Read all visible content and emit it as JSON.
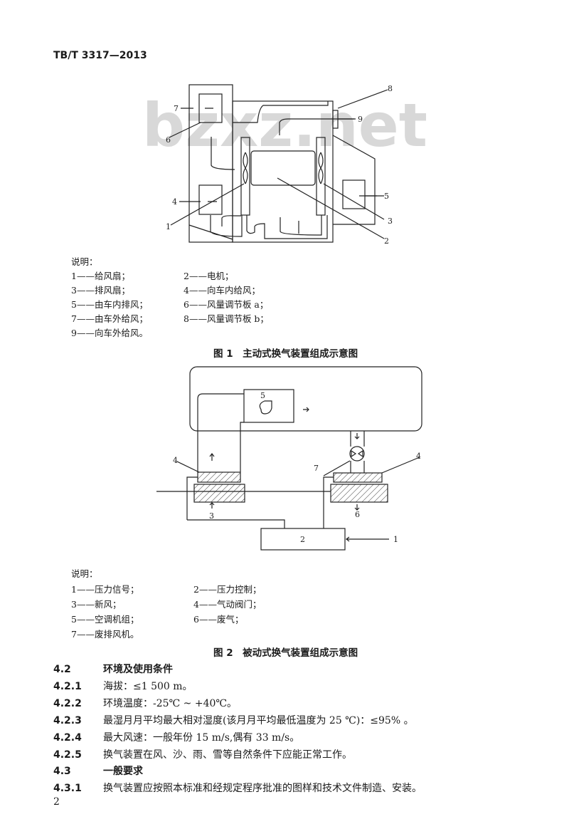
{
  "header": "TB/T 3317—2013",
  "watermark": "bzxz.net",
  "figure1": {
    "labels": [
      "1",
      "2",
      "3",
      "4",
      "5",
      "6",
      "7",
      "8",
      "9"
    ],
    "legend_title": "说明：",
    "legend": [
      "1——给风扇；",
      "2——电机；",
      "3——排风扇；",
      "4——向车内给风；",
      "5——由车内排风；",
      "6——风量调节板 a；",
      "7——由车外给风；",
      "8——风量调节板 b；",
      "9——向车外给风。"
    ],
    "caption": "图 1　主动式换气装置组成示意图"
  },
  "figure2": {
    "labels": [
      "1",
      "2",
      "3",
      "4",
      "4",
      "5",
      "6",
      "7"
    ],
    "legend_title": "说明：",
    "legend": [
      "1——压力信号；",
      "2——压力控制；",
      "3——新风；",
      "4——气动阀门；",
      "5——空调机组；",
      "6——废气；",
      "7——废排风机。"
    ],
    "caption": "图 2　被动式换气装置组成示意图"
  },
  "sections": [
    {
      "num": "4.2",
      "text": "环境及使用条件",
      "heading": true
    },
    {
      "num": "4.2.1",
      "text": "海拔：≤1 500 m。"
    },
    {
      "num": "4.2.2",
      "text": "环境温度：-25℃ ~ +40℃。"
    },
    {
      "num": "4.2.3",
      "text": "最湿月月平均最大相对湿度(该月月平均最低温度为 25 ℃)：≤95% 。"
    },
    {
      "num": "4.2.4",
      "text": "最大风速：一般年份 15 m/s,偶有 33 m/s。"
    },
    {
      "num": "4.2.5",
      "text": "换气装置在风、沙、雨、雪等自然条件下应能正常工作。"
    },
    {
      "num": "4.3",
      "text": "一般要求",
      "heading": true
    },
    {
      "num": "4.3.1",
      "text": "换气装置应按照本标准和经规定程序批准的图样和技术文件制造、安装。"
    }
  ],
  "page_number": "2"
}
